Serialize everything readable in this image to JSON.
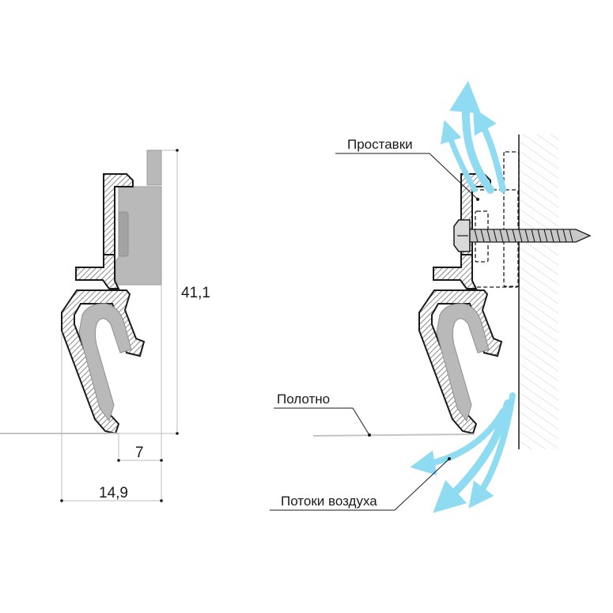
{
  "dimensions": {
    "height": "41,1",
    "lip_width": "7",
    "total_width": "14,9"
  },
  "labels": {
    "spacers": "Проставки",
    "canvas": "Полотно",
    "airflow": "Потоки воздуха"
  },
  "colors": {
    "profile_outline": "#1a1a1a",
    "profile_hatch": "#6b6b6b",
    "insert_fill": "#b9b9b9",
    "insert_dark": "#a3a3a3",
    "airflow": "#8fdcf2",
    "wall_hatch": "#cfcfcf",
    "canvas_line": "#c4c4c4",
    "dimension_line": "#bdbdbd"
  },
  "icons": {
    "screw": "screw-icon",
    "airflow": "airflow-arrow-icon"
  }
}
